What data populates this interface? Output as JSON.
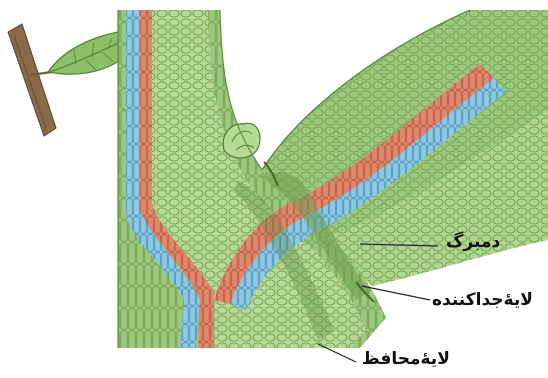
{
  "labels": {
    "petiole": "دمبرگ",
    "abscission_layer": "لایۀجداکننده",
    "protective_layer": "لایۀمحافظ"
  },
  "colors": {
    "outer_tissue": "#9cc97d",
    "cortex": "#b6d996",
    "xylem": "#e0876d",
    "phloem": "#8ec9e3",
    "leaf": "#8cc068",
    "twig": "#8a6a48",
    "leader_line": "#222222"
  },
  "icons": [
    "leaf-icon",
    "bud-icon",
    "twig-icon"
  ]
}
